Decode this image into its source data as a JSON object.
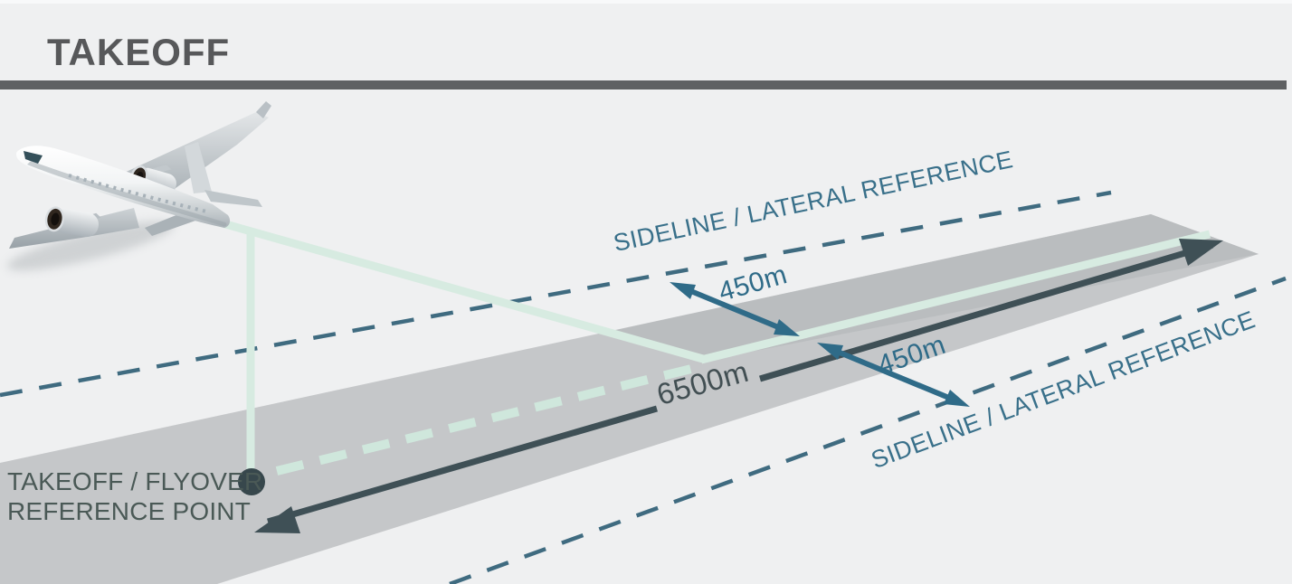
{
  "header": {
    "title": "TAKEOFF"
  },
  "diagram": {
    "sideline_top_label": "SIDELINE / LATERAL REFERENCE",
    "sideline_bottom_label": "SIDELINE / LATERAL REFERENCE",
    "sideline_top_distance": "450m",
    "sideline_bottom_distance": "450m",
    "runway_distance": "6500m",
    "reference_point_label_line1": "TAKEOFF / FLYOVER",
    "reference_point_label_line2": "REFERENCE POINT"
  },
  "colors": {
    "background": "#eff0f1",
    "runway_gray": "#c5c7c9",
    "runway_shade_gray": "#babdbf",
    "mint_path": "#d7ebe1",
    "teal_dashed_line": "#3f6b80",
    "teal_arrow": "#2f6b88",
    "teal_text": "#39708a",
    "dark_slate_line": "#3f5056",
    "reference_dot": "#37474c",
    "title_text": "#57585a",
    "title_rule": "#5f6163",
    "label_dark_text": "#4a5956"
  }
}
